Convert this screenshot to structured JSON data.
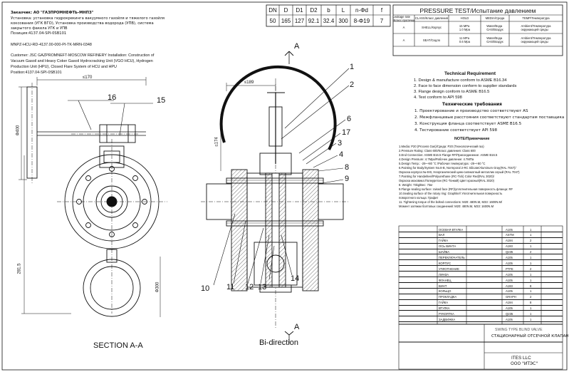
{
  "header": {
    "customer_ru": "Заказчик: АО \"ГАЗПРОМНЕФТЬ-МНПЗ\"",
    "lines_ru": [
      "Установка: установка гидрокрекинга вакуумного газойля и тяжелого газойля",
      "коксования (УГК ВГО), Установка производства водорода (УПВ), система",
      "закрытого факела УГК и УПВ",
      "Позиция:4137.04-SPI-0SB101"
    ],
    "doc_no": "MNPZ-HCU-RD-4137.00-000-PI-TK-MRN-0348",
    "lines_en": [
      "Customer: JSC GAZPROMNEFT-MOSCOW REFINERY Installation: Construction of",
      "Vacuum Gasoil and Heavy Coker Gasoil Hydrocracking Unit (VGO HCU), Hydrogen",
      "Production Unit (HPU), Closed Flare System of HCU and HPU",
      "Position:4137.04-SPI-0SB101"
    ]
  },
  "dim_table": {
    "headers": [
      "DN",
      "D",
      "D1",
      "D2",
      "b",
      "L",
      "n-Φd",
      "f"
    ],
    "values": [
      "50",
      "165",
      "127",
      "92.1",
      "32.4",
      "300",
      "8-Φ19",
      "7"
    ]
  },
  "pressure_test": {
    "title": "PRESSURE TEST/Испытание давлением",
    "col_headers": [
      "CLASS/Класс давления",
      "HOLD",
      "MEDIA/Среда",
      "TEMP/Температура"
    ],
    "row_head": "Leakage rate\n/Класс протечки",
    "rows": [
      {
        "cls": "A",
        "part": "SHELL/Корпус",
        "hold": "15 MPa\n1.0 Mpa",
        "media": "Water/Вода\nGAS/Воздух",
        "temp": "Ambient/Температура\nокружающей среды"
      },
      {
        "cls": "A",
        "part": "SEAT/Седло",
        "hold": "11 MPa\n0.6 Mpa",
        "media": "Water/Вода\nGAS/Воздух",
        "temp": "Ambient/Температура\nокружающей среды"
      }
    ]
  },
  "tech_req": {
    "title": "Technical Requirement",
    "items": [
      "1.  Design & manufacture conform to ASME B16.34",
      "2.  Face to face dimension conform to supplier standards",
      "3.  Flange design conform to ASME B16.5",
      "4.  Test conform to API 598"
    ],
    "title_ru": "Технические требования",
    "items_ru": [
      "1. Проектирование и производство соответствуют AS",
      "2. Межфланцевые расстояния соответствуют стандартам поставщика",
      "3. Конструкция фланца соответствует ASME B16.5",
      "4. Тестирование соответствует API 598"
    ]
  },
  "notes": {
    "title": "NOTE/Примечание",
    "items": [
      "1.Media: P20 (Process Gas)/Среда: P20 (Технологический газ)",
      "2.Pressure Rating: Class 600/Класс давления: Class 600",
      "3.End Connection: ASME B16.5 Flange RF/Присоединение: ASME B16.5",
      "4.Design Pressure: 4.7Mpa/Рабочее давление: 4.7МПа",
      "5.Design Temp.: -29~+80 °C /Рабочая температура: -29~+80 °C",
      "6.Painting for Body/System No.8-B, Normporal 2-RC Silicate/Aluminum Gray(RAL 7047)/",
      "Окраска корпуса:№-8-B, Неорганический цинк-силикатный металлик серый (RAL 7047)",
      "7.Painting for Handwheel/Polyurethane (RC-Tick) Color Red(RAL 3020)/",
      "Окраска маховика:Полиуретан (RC-Тонкий) Цвет красный(RAL 3020)",
      "8. Weight: 73kg/Вес: 73кг",
      "9.Flange sealing surface: raised face (RF)/уплотнительная поверхность фланца: RF",
      "10.Sealing surface of the rotary ring: Graphite// Уплотнительная поверхность",
      "поворотного кольца: Графит",
      "11. Tightening torque of the bolted connections: M20: 480N.M, M33: 1600N.M/",
      "Момент затяжки болтовых соединений: M20: 480N.M, M33: 1600N.M"
    ]
  },
  "drawing": {
    "left_caption": "SECTION A-A",
    "right_caption": "Bi-direction",
    "arrow_label_top": "A",
    "arrow_label_bottom": "A",
    "dims_left": [
      "≤170",
      "Φ400",
      "281.5",
      "Φ300"
    ],
    "dims_right": [
      "≤189",
      "≤174"
    ],
    "callouts_left": [
      "16",
      "15"
    ],
    "callouts_right": [
      "1",
      "2",
      "6",
      "17",
      "3",
      "4",
      "8",
      "9",
      "10",
      "11",
      "12",
      "13",
      "14"
    ]
  },
  "title_block": {
    "drawing_title_en": "SWING TYPE BLIND VALVE",
    "drawing_title_ru": "СТАЦИОНАРНЫЙ ОТСЕЧНОЙ КЛАПАН",
    "company": "ITES LLC",
    "company_ru": "ООО \"ИТЭС\"",
    "parts": [
      "ОСЕВАЯ ВТУЛКА",
      "ВАЛ",
      "ГАЙКА",
      "ОСЬ ВИНТА",
      "ШАЙБА",
      "ПЕРЕКЛЮЧАТЕЛЬ",
      "КОРПУС",
      "УПЛОТНЕНИЕ",
      "ЛИНЗА",
      "ФЛАНЕЦ",
      "ВИНТ",
      "КОЛЬЦО",
      "ПРОКЛАДКА",
      "ГАЙКА",
      "ВТУЛКА",
      "РУКОЯТКА",
      "ЗАДВИЖКА"
    ],
    "materials": [
      "A105",
      "ASTM",
      "A194",
      "A193",
      "Q235",
      "A105",
      "A105",
      "PTFE",
      "A105",
      "A105",
      "A193",
      "A105",
      "GRAPH",
      "A194",
      "A105",
      "Q235",
      "A105"
    ],
    "qty": [
      "1",
      "1",
      "2",
      "1",
      "2",
      "1",
      "1",
      "2",
      "1",
      "1",
      "8",
      "1",
      "2",
      "8",
      "1",
      "1",
      "1"
    ]
  },
  "colors": {
    "line": "#111111",
    "paper": "#ffffff",
    "hatch": "#333333"
  }
}
